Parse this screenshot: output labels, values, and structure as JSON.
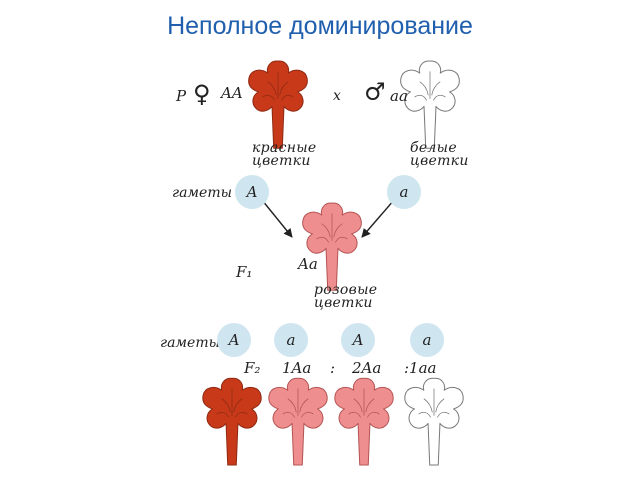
{
  "title": "Неполное доминирование",
  "colors": {
    "red": "#c8391a",
    "red_dark": "#8f2a12",
    "pink": "#ef8e8e",
    "pink_dark": "#b45555",
    "white": "#ffffff",
    "outline": "#7a7a7a",
    "gamete": "#cfe6f1",
    "title": "#1f5fae"
  },
  "parents": {
    "label": "P",
    "female_symbol": "♀",
    "female_genotype": "AA",
    "cross": "x",
    "male_symbol": "♂",
    "male_genotype": "aa",
    "red_caption": [
      "красные",
      "цветки"
    ],
    "white_caption": [
      "белые",
      "цветки"
    ]
  },
  "gametes1": {
    "label": "гаметы",
    "left": "A",
    "right": "a"
  },
  "f1": {
    "label": "F₁",
    "genotype": "Aa",
    "caption": [
      "розовые",
      "цветки"
    ]
  },
  "gametes2": {
    "label": "гаметы",
    "items": [
      "A",
      "a",
      "A",
      "a"
    ]
  },
  "f2": {
    "label": "F₂",
    "ratio": [
      "1Aa",
      ":",
      "2Aa",
      ":1aa"
    ]
  }
}
